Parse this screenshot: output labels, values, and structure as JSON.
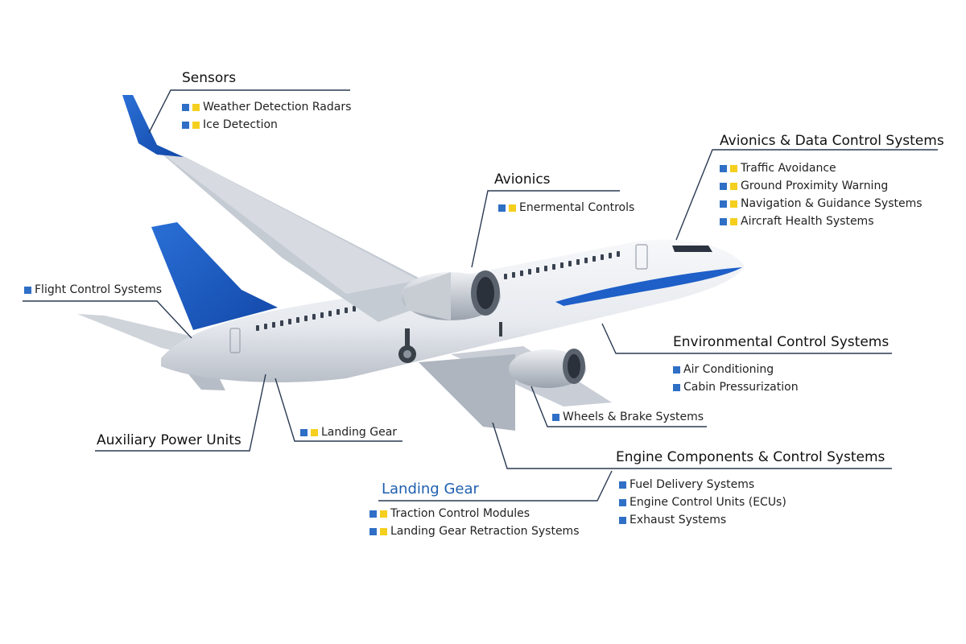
{
  "callouts": {
    "sensors": {
      "title": "Sensors",
      "items": [
        {
          "label": "Weather Detection Radars",
          "marks": [
            "blue",
            "yellow"
          ]
        },
        {
          "label": "Ice Detection",
          "marks": [
            "blue",
            "yellow"
          ]
        }
      ]
    },
    "avionics": {
      "title": "Avionics",
      "items": [
        {
          "label": "Enermental Controls",
          "marks": [
            "blue",
            "yellow"
          ]
        }
      ]
    },
    "avionics_data": {
      "title": "Avionics & Data Control Systems",
      "items": [
        {
          "label": "Traffic Avoidance",
          "marks": [
            "blue",
            "yellow"
          ]
        },
        {
          "label": "Ground Proximity Warning",
          "marks": [
            "blue",
            "yellow"
          ]
        },
        {
          "label": "Navigation & Guidance Systems",
          "marks": [
            "blue",
            "yellow"
          ]
        },
        {
          "label": "Aircraft Health Systems",
          "marks": [
            "blue",
            "yellow"
          ]
        }
      ]
    },
    "flight_control": {
      "label": "Flight Control Systems",
      "marks": [
        "blue"
      ]
    },
    "environmental": {
      "title": "Environmental Control Systems",
      "items": [
        {
          "label": "Air Conditioning",
          "marks": [
            "blue"
          ]
        },
        {
          "label": "Cabin Pressurization",
          "marks": [
            "blue"
          ]
        }
      ]
    },
    "wheels_brakes": {
      "label": "Wheels & Brake Systems",
      "marks": [
        "blue"
      ]
    },
    "apu": {
      "title": "Auxiliary Power Units"
    },
    "landing_gear_small": {
      "label": "Landing Gear",
      "marks": [
        "blue",
        "yellow"
      ]
    },
    "engine": {
      "title": "Engine Components & Control Systems",
      "items": [
        {
          "label": "Fuel Delivery Systems",
          "marks": [
            "blue"
          ]
        },
        {
          "label": "Engine Control Units (ECUs)",
          "marks": [
            "blue"
          ]
        },
        {
          "label": "Exhaust Systems",
          "marks": [
            "blue"
          ]
        }
      ]
    },
    "landing_gear": {
      "title": "Landing Gear",
      "items": [
        {
          "label": "Traction Control Modules",
          "marks": [
            "blue",
            "yellow"
          ]
        },
        {
          "label": "Landing Gear Retraction Systems",
          "marks": [
            "blue",
            "yellow"
          ]
        }
      ]
    }
  },
  "colors": {
    "accent_blue": "#2f6fc6",
    "accent_yellow": "#f5cf1e",
    "livery_blue": "#1e5fc8",
    "line": "#2a3a52"
  }
}
